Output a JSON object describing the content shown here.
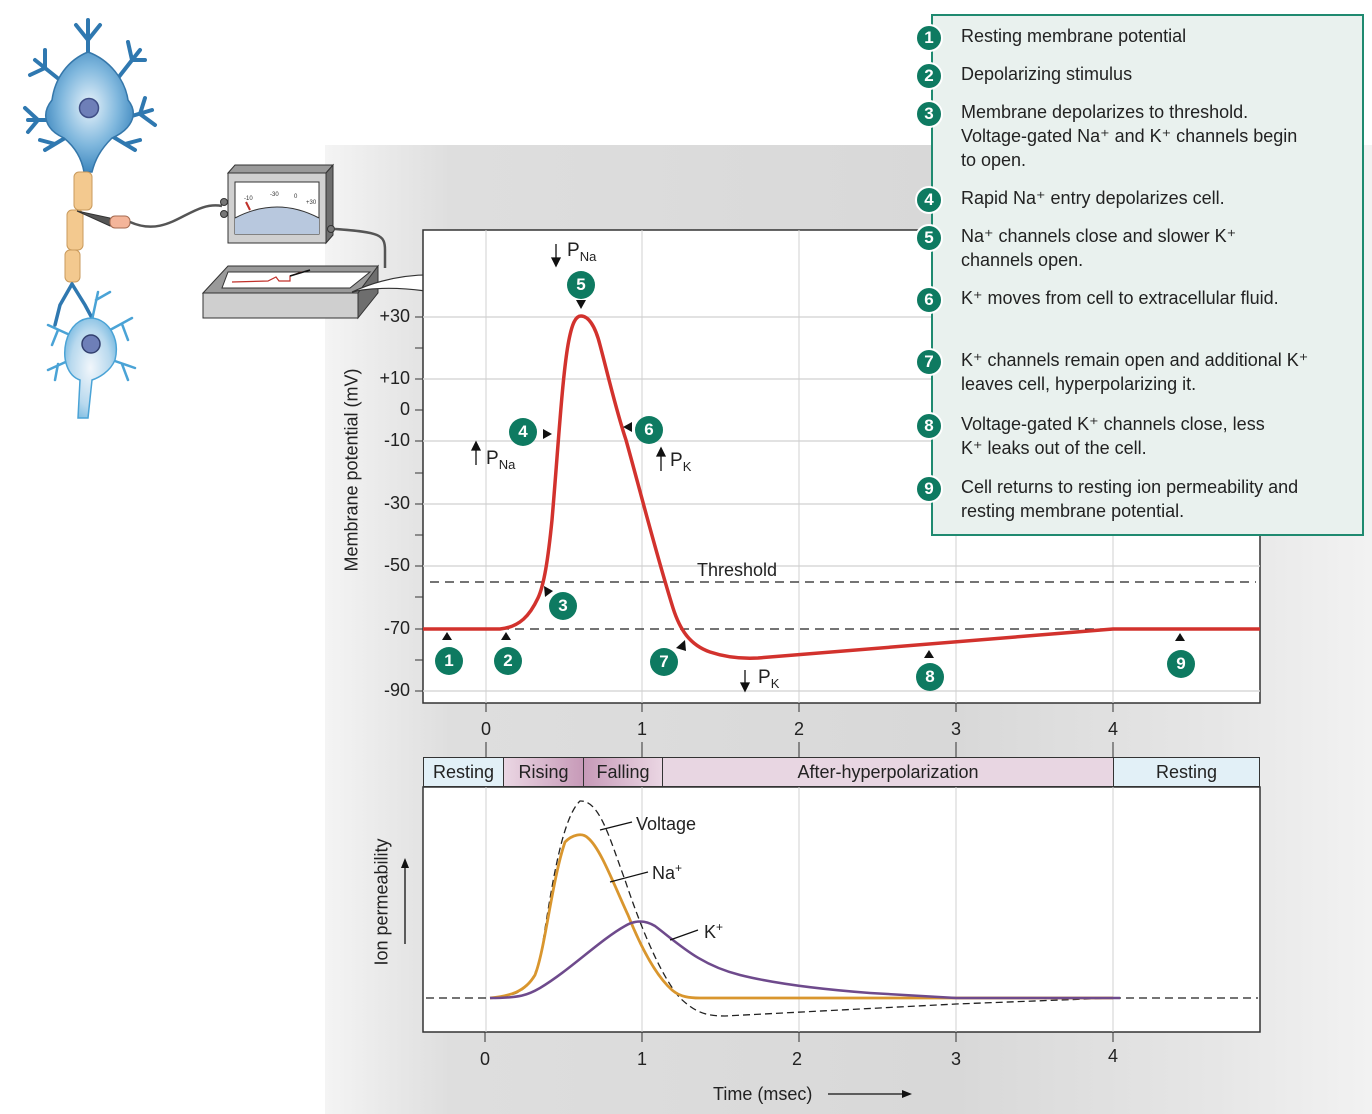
{
  "legend": {
    "border_color": "#1f8a70",
    "background": "#e9f1ee",
    "items": [
      {
        "num": "1",
        "text": "Resting membrane potential"
      },
      {
        "num": "2",
        "text": "Depolarizing stimulus"
      },
      {
        "num": "3",
        "text": "Membrane depolarizes to threshold. Voltage-gated Na⁺ and K⁺ channels begin to open."
      },
      {
        "num": "4",
        "text": "Rapid Na⁺ entry depolarizes cell."
      },
      {
        "num": "5",
        "text": "Na⁺ channels close and slower K⁺ channels open."
      },
      {
        "num": "6",
        "text": "K⁺ moves from cell to extracellular fluid."
      },
      {
        "num": "7",
        "text": "K⁺ channels remain open and additional K⁺ leaves cell, hyperpolarizing it."
      },
      {
        "num": "8",
        "text": "Voltage-gated K⁺ channels close, less K⁺ leaks out of the cell."
      },
      {
        "num": "9",
        "text": "Cell returns to resting ion permeability and resting membrane potential."
      }
    ]
  },
  "illustration": {
    "meter_labels": [
      "-10",
      "-30",
      "0",
      "+30"
    ]
  },
  "top_chart": {
    "ylabel": "Membrane potential (mV)",
    "yticks": [
      "+30",
      "+10",
      "0",
      "-10",
      "-30",
      "-50",
      "-70",
      "-90"
    ],
    "xticks": [
      "0",
      "1",
      "2",
      "3",
      "4"
    ],
    "threshold_label": "Threshold",
    "annotations": {
      "pna_up": {
        "arrow": "↑",
        "p": "P",
        "sub": "Na"
      },
      "pna_down": {
        "arrow": "↓",
        "p": "P",
        "sub": "Na"
      },
      "pk_up": {
        "arrow": "↑",
        "p": "P",
        "sub": "K"
      },
      "pk_down": {
        "arrow": "↓",
        "p": "P",
        "sub": "K"
      }
    },
    "markers": [
      "1",
      "2",
      "3",
      "4",
      "5",
      "6",
      "7",
      "8",
      "9"
    ]
  },
  "phases": [
    {
      "label": "Resting",
      "color": "#e2f0f7"
    },
    {
      "label": "Rising",
      "color": "#d9b8cf"
    },
    {
      "label": "Falling",
      "color": "#d6b2cb"
    },
    {
      "label": "After-hyperpolarization",
      "color": "#e8d6e2"
    },
    {
      "label": "Resting",
      "color": "#e2f0f7"
    }
  ],
  "bottom_chart": {
    "ylabel": "Ion permeability",
    "xticks": [
      "0",
      "1",
      "2",
      "3",
      "4"
    ],
    "xlabel": "Time (msec)",
    "labels": {
      "voltage": "Voltage",
      "na": "Na",
      "na_sup": "+",
      "k": "K",
      "k_sup": "+"
    }
  },
  "chart_data": [
    {
      "type": "line",
      "title": "Action potential",
      "xlabel": "Time (msec)",
      "ylabel": "Membrane potential (mV)",
      "xlim": [
        -0.4,
        4.9
      ],
      "ylim": [
        -92,
        50
      ],
      "yticks": [
        30,
        10,
        0,
        -10,
        -30,
        -50,
        -70,
        -90
      ],
      "xticks": [
        0,
        1,
        2,
        3,
        4
      ],
      "grid": true,
      "reference_lines": [
        {
          "y": -55,
          "label": "Threshold",
          "style": "dashed"
        },
        {
          "y": -70,
          "style": "dashed"
        }
      ],
      "series": [
        {
          "name": "Membrane potential",
          "color": "#d2322d",
          "x": [
            -0.4,
            0.1,
            0.25,
            0.35,
            0.42,
            0.5,
            0.6,
            0.7,
            0.85,
            1.0,
            1.1,
            1.2,
            1.35,
            1.65,
            2.0,
            3.0,
            4.0,
            4.9
          ],
          "y": [
            -70,
            -70,
            -66,
            -57,
            -40,
            10,
            30,
            20,
            -10,
            -40,
            -58,
            -70,
            -76,
            -79,
            -78,
            -75,
            -70,
            -70
          ]
        }
      ],
      "markers": [
        {
          "id": 1,
          "x": -0.25,
          "y": -70
        },
        {
          "id": 2,
          "x": 0.13,
          "y": -70
        },
        {
          "id": 3,
          "x": 0.38,
          "y": -55
        },
        {
          "id": 4,
          "x": 0.45,
          "y": -7
        },
        {
          "id": 5,
          "x": 0.62,
          "y": 30
        },
        {
          "id": 6,
          "x": 0.88,
          "y": -7
        },
        {
          "id": 7,
          "x": 1.25,
          "y": -71
        },
        {
          "id": 8,
          "x": 2.83,
          "y": -74
        },
        {
          "id": 9,
          "x": 4.45,
          "y": -70
        }
      ]
    },
    {
      "type": "line",
      "title": "Ion permeability",
      "xlabel": "Time (msec)",
      "ylabel": "Ion permeability",
      "xlim": [
        -0.4,
        4.9
      ],
      "xticks": [
        0,
        1,
        2,
        3,
        4
      ],
      "series": [
        {
          "name": "Voltage",
          "style": "dashed",
          "color": "#222222",
          "x": [
            0,
            0.2,
            0.35,
            0.5,
            0.6,
            0.7,
            0.85,
            1.0,
            1.15,
            1.4,
            2.0,
            3.0,
            4.0
          ],
          "y": [
            0,
            2,
            15,
            70,
            100,
            90,
            50,
            12,
            -10,
            -18,
            -15,
            -8,
            0
          ]
        },
        {
          "name": "Na+",
          "color": "#d9962e",
          "x": [
            0,
            0.2,
            0.3,
            0.45,
            0.55,
            0.62,
            0.7,
            0.85,
            1.0,
            1.2,
            1.35,
            4.0
          ],
          "y": [
            0,
            2,
            10,
            55,
            80,
            82,
            72,
            45,
            18,
            3,
            0,
            0
          ]
        },
        {
          "name": "K+",
          "color": "#6e4a8c",
          "x": [
            0,
            0.2,
            0.4,
            0.6,
            0.8,
            0.98,
            1.15,
            1.4,
            1.8,
            2.2,
            3.0,
            4.0
          ],
          "y": [
            0,
            0.5,
            10,
            22,
            33,
            38,
            33,
            22,
            12,
            7,
            1,
            0
          ]
        }
      ]
    }
  ]
}
